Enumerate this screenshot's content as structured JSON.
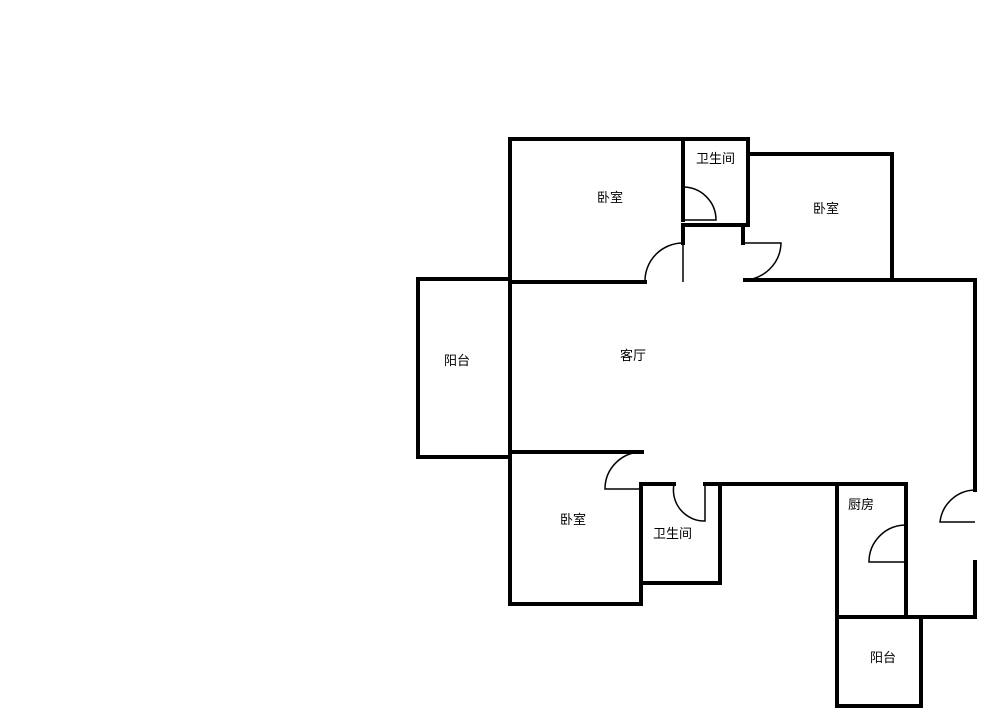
{
  "rooms": {
    "bedroom_top_left": "卧室",
    "bathroom_top": "卫生间",
    "bedroom_top_right": "卧室",
    "balcony_left": "阳台",
    "living_room": "客厅",
    "bedroom_bottom": "卧室",
    "bathroom_bottom": "卫生间",
    "kitchen": "厨房",
    "balcony_bottom": "阳台"
  }
}
